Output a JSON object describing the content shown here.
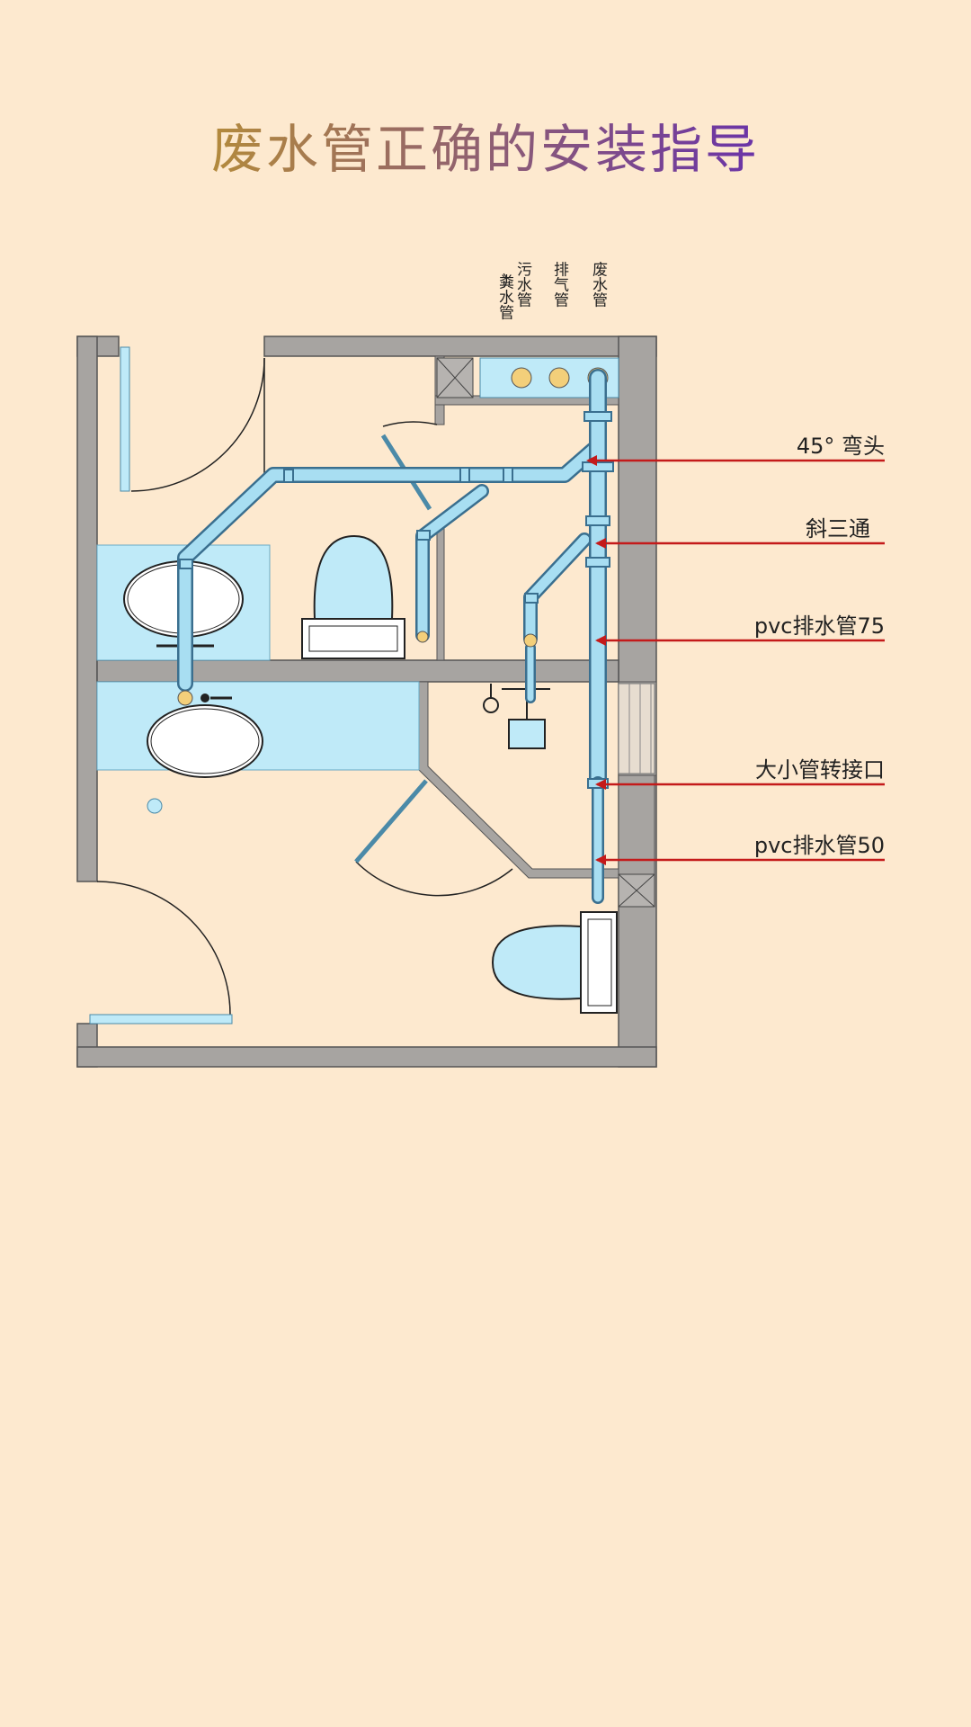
{
  "title": "废水管正确的安装指导",
  "colors": {
    "background": "#fde9cf",
    "wall": "#a7a4a1",
    "pipe": "#a8def2",
    "pipe_edge": "#3a6f8f",
    "fixture": "#bfeaf8",
    "arrow": "#c41a1a",
    "title_start": "#b38a3c",
    "title_end": "#6a33a8"
  },
  "stack_labels": {
    "soil": {
      "open": "︵",
      "col1": "粪水管",
      "col2": "污水管"
    },
    "vent": "排气管",
    "waste": "废水管"
  },
  "callouts": [
    {
      "id": "elbow45",
      "text": "45° 弯头"
    },
    {
      "id": "wye",
      "text": "斜三通"
    },
    {
      "id": "pvc75",
      "text": "pvc排水管75"
    },
    {
      "id": "reducer",
      "text": "大小管转接口"
    },
    {
      "id": "pvc50",
      "text": "pvc排水管50"
    }
  ],
  "icons": [
    "floor-drain-icon",
    "faucet-icon",
    "toilet-icon",
    "sink-icon",
    "shower-icon"
  ]
}
